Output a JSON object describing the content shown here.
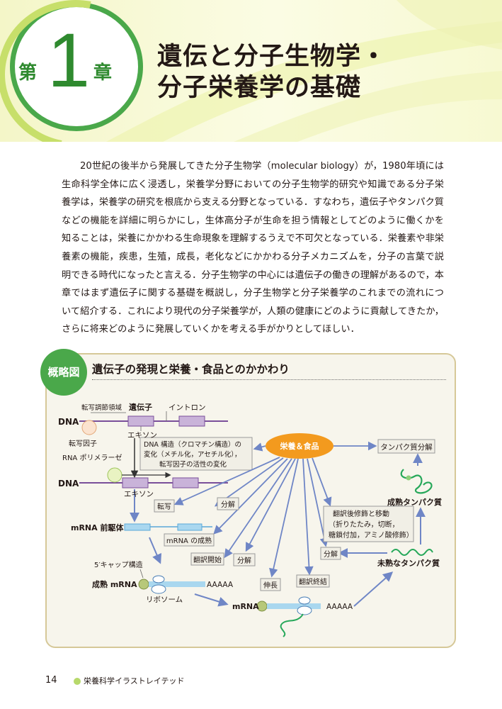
{
  "header": {
    "chapter_prefix": "第",
    "chapter_number": "1",
    "chapter_suffix": "章",
    "title_line1": "遺伝と分子生物学・",
    "title_line2": "分子栄養学の基礎"
  },
  "intro": "20世紀の後半から発展してきた分子生物学（molecular biology）が，1980年頃には生命科学全体に広く浸透し，栄養学分野においての分子生物学的研究や知識である分子栄養学は，栄養学の研究を根底から支える分野となっている．すなわち，遺伝子やタンパク質などの機能を詳細に明らかにし，生体高分子が生命を担う情報としてどのように働くかを知ることは，栄養にかかわる生命現象を理解するうえで不可欠となっている．栄養素や非栄養素の機能，疾患，生殖，成長，老化などにかかわる分子メカニズムを，分子の言葉で説明できる時代になったと言える．分子生物学の中心には遺伝子の働きの理解があるので，本章ではまず遺伝子に関する基礎を概説し，分子生物学と分子栄養学のこれまでの流れについて紹介する．これにより現代の分子栄養学が，人類の健康にどのように貢献してきたか，さらに将来どのように発展していくかを考える手がかりとしてほしい．",
  "figure": {
    "badge": "概略図",
    "title": "遺伝子の発現と栄養・食品とのかかわり",
    "labels": {
      "dna1": "DNA",
      "promoter": "転写調節領域",
      "gene": "遺伝子",
      "intron": "イントロン",
      "exon1": "エキソン",
      "tf": "転写因子",
      "rnapol": "RNA ポリメラーゼ",
      "dna2": "DNA",
      "exon2": "エキソン",
      "chromatin1": "DNA 構造（クロマチン構造）の",
      "chromatin2": "変化（メチル化，アセチル化），",
      "chromatin3": "転写因子の活性の変化",
      "nutrition": "栄養＆食品",
      "protein_deg": "タンパク質分解",
      "mature_protein": "成熟タンパク質",
      "transcription": "転写",
      "degradation1": "分解",
      "pre_mrna": "mRNA 前駆体",
      "mrna_maturation": "mRNA の成熟",
      "translation_start": "翻訳開始",
      "degradation2": "分解",
      "cap": "5′キャップ構造",
      "mature_mrna": "成熟 mRNA",
      "polya1": "AAAAA",
      "ribosome": "リボソーム",
      "elongation": "伸長",
      "translation_end": "翻訳終結",
      "mrna": "mRNA",
      "polya2": "AAAAA",
      "ptm1": "翻訳後修飾と移動",
      "ptm2": "（折りたたみ，切断，",
      "ptm3": "糖鎖付加，アミノ酸修飾）",
      "degradation3": "分解",
      "immature_protein": "未熟なタンパク質"
    }
  },
  "footer": {
    "page_number": "14",
    "book_title": "栄養科学イラストレイテッド"
  },
  "colors": {
    "accent_green": "#4aa84a",
    "light_green": "#c7df6a",
    "nutrition_orange": "#f39a1e",
    "exon_purple": "#c9b3d9",
    "mrna_blue": "#a9d7ef",
    "arrow_blue": "#6f86c6"
  }
}
